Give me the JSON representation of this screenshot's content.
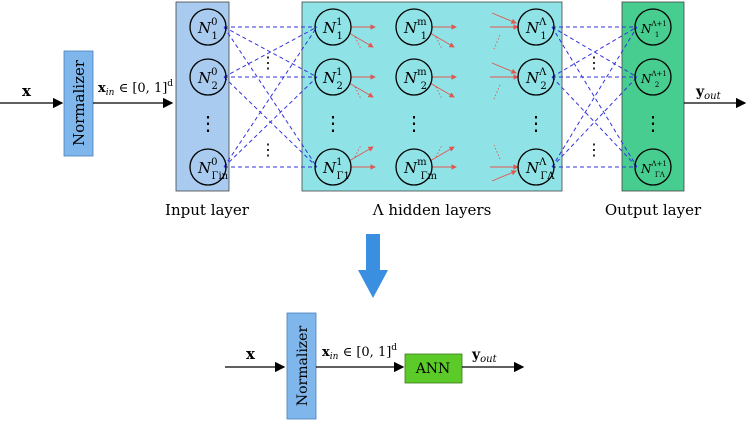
{
  "top": {
    "input_symbol": "x",
    "normalizer_label": "Normalizer",
    "normalized_label": "x",
    "normalized_sub": "in",
    "normalized_rest": " ∈ [0, 1]",
    "normalized_sup": "d",
    "output_symbol": "y",
    "output_sub": "out",
    "input_layer_label": "Input layer",
    "hidden_layers_label": "Λ hidden layers",
    "output_layer_label": "Output layer",
    "dots": "⋮",
    "colors": {
      "input_layer_fill": "#a9cbef",
      "hidden_fill": "#8fe3e6",
      "output_fill": "#48cd90",
      "normalizer_fill": "#7fb6ec",
      "blue_conn": "#3333dd",
      "red_conn": "#e0574f"
    },
    "input_nodes": [
      {
        "base": "N",
        "sub": "1",
        "sup": "0"
      },
      {
        "base": "N",
        "sub": "2",
        "sup": "0"
      },
      {
        "base": "N",
        "sub": "Γin",
        "sup": "0"
      }
    ],
    "hidden_col1": [
      {
        "base": "N",
        "sub": "1",
        "sup": "1"
      },
      {
        "base": "N",
        "sub": "2",
        "sup": "1"
      },
      {
        "base": "N",
        "sub": "Γ1",
        "sup": "1"
      }
    ],
    "hidden_colm": [
      {
        "base": "N",
        "sub": "1",
        "sup": "m"
      },
      {
        "base": "N",
        "sub": "2",
        "sup": "m"
      },
      {
        "base": "N",
        "sub": "Γm",
        "sup": "m"
      }
    ],
    "hidden_colL": [
      {
        "base": "N",
        "sub": "1",
        "sup": "Λ"
      },
      {
        "base": "N",
        "sub": "2",
        "sup": "Λ"
      },
      {
        "base": "N",
        "sub": "ΓΛ",
        "sup": "Λ"
      }
    ],
    "output_nodes": [
      {
        "base": "N",
        "sub": "1",
        "sup": "Λ+1"
      },
      {
        "base": "N",
        "sub": "2",
        "sup": "Λ+1"
      },
      {
        "base": "N",
        "sub": "ΓΛ",
        "sup": "Λ+1"
      }
    ]
  },
  "bottom": {
    "input_symbol": "x",
    "normalizer_label": "Normalizer",
    "normalized_label": "x",
    "normalized_sub": "in",
    "normalized_rest": " ∈ [0, 1]",
    "normalized_sup": "d",
    "ann_label": "ANN",
    "output_symbol": "y",
    "output_sub": "out",
    "colors": {
      "ann_fill": "#5ccb2a",
      "normalizer_fill": "#7fb6ec",
      "arrow": "#3a8fe0"
    }
  }
}
